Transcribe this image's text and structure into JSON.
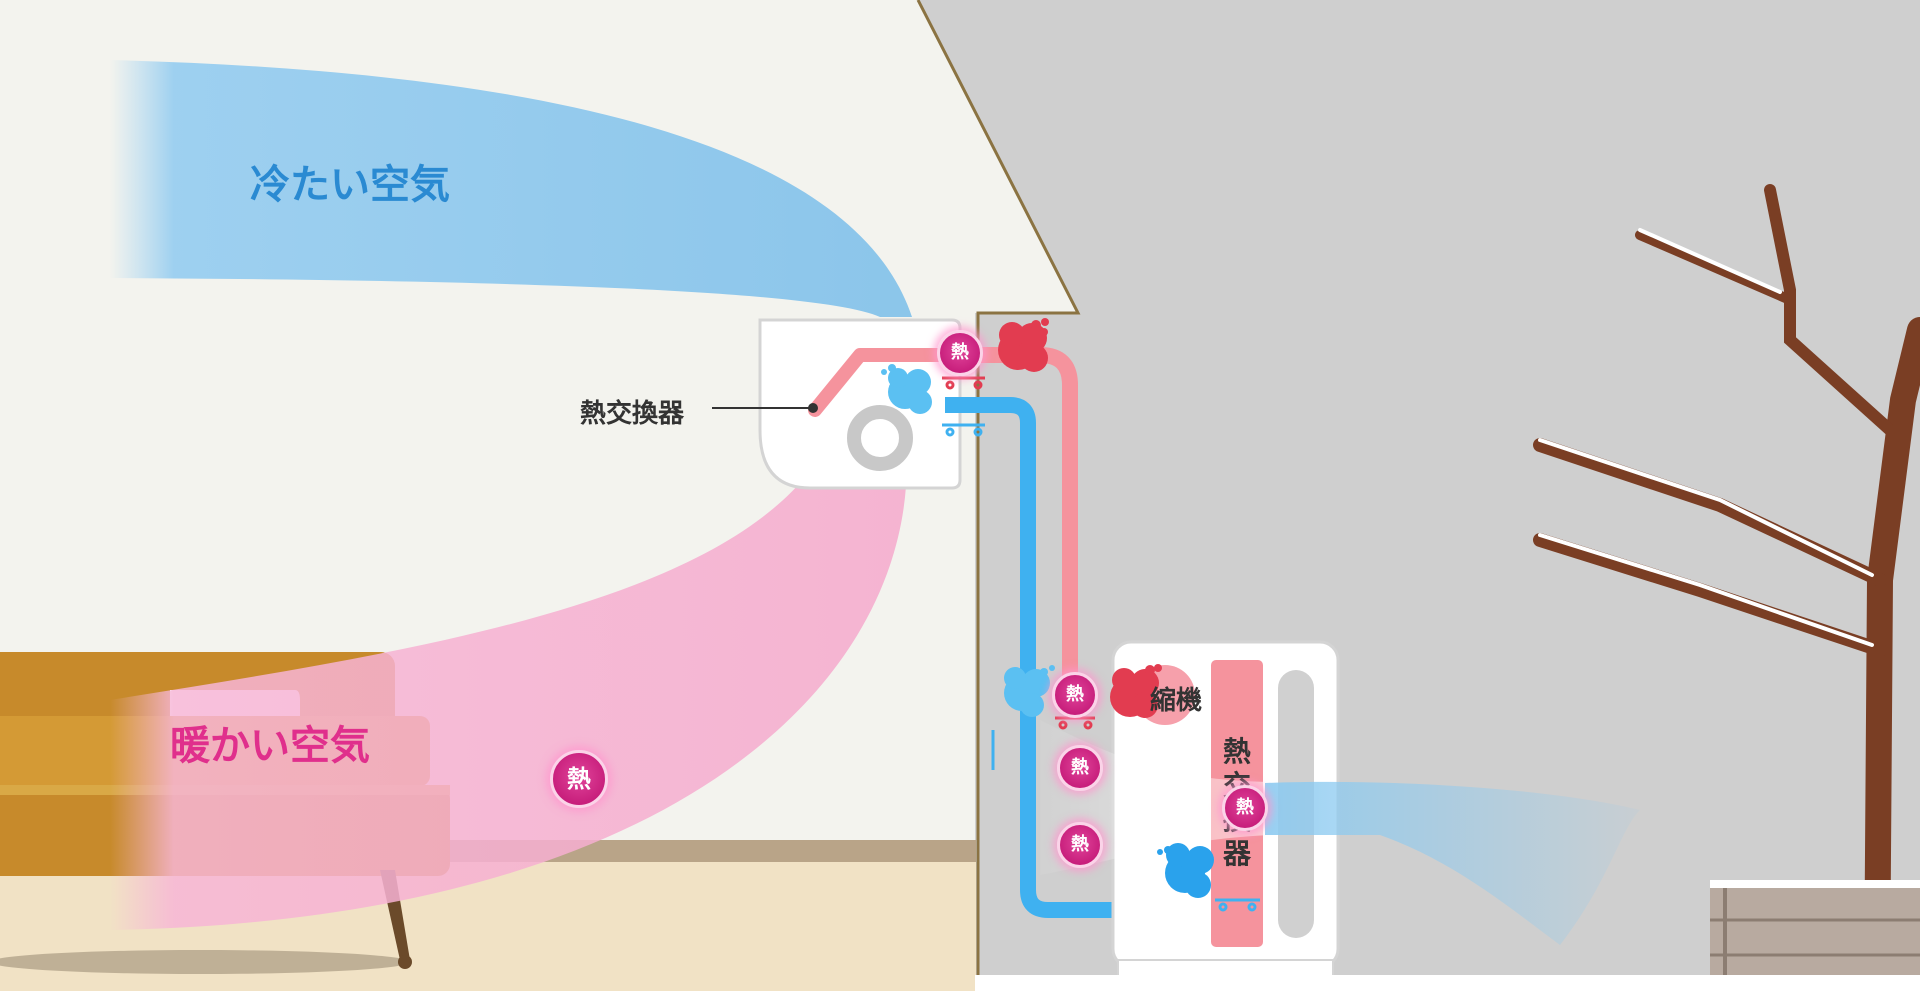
{
  "labels": {
    "cold_air": "冷たい空気",
    "warm_air": "暖かい空気",
    "heat_exchanger_indoor": "熱交換器",
    "compressor": "縮機",
    "heat_exchanger_outdoor": "熱交換器"
  },
  "heat_badge": "熱",
  "colors": {
    "cold": "#2a8ad2",
    "warm": "#e02f8c",
    "heat_badge": "#c81f7c",
    "refrigerant_hot": "#f5939d",
    "refrigerant_cold": "#3fb1f0"
  }
}
